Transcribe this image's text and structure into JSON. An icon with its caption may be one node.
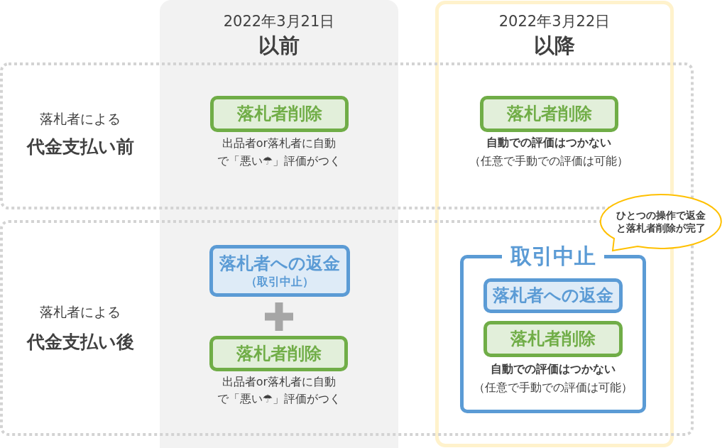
{
  "diagram": {
    "nodes": [
      {
        "text": [
          "2022年3月21日",
          "以前"
        ]
      },
      {
        "text": [
          "2022年3月22日",
          "以降"
        ]
      },
      {
        "text": [
          "落札者による",
          "代金支払い前"
        ]
      },
      {
        "text": [
          "落札者削除"
        ],
        "beside": [
          "出品者or落札者に自動で「悪い☂」評価がつく"
        ]
      },
      {
        "text": [
          "落札者削除"
        ],
        "beside": [
          "自動での評価はつかない",
          "（任意で手動での評価は可能）"
        ]
      },
      {
        "text": [
          "ひとつの操作で返金と落札者削除が完了"
        ]
      },
      {
        "text": [
          "落札者による",
          "代金支払い後"
        ]
      },
      {
        "text": [
          "落札者への返金",
          "（取引中止）"
        ]
      },
      {
        "text": [
          "落札者削除"
        ],
        "beside": [
          "出品者or落札者に自動で「悪い☂」評価がつく"
        ]
      },
      {
        "text": [
          "取引中止"
        ]
      },
      {
        "text": [
          "落札者への返金"
        ],
        "in": 9
      },
      {
        "text": [
          "落札者削除"
        ],
        "in": 9,
        "beside": [
          "自動での評価はつかない",
          "（任意で手動での評価は可能）"
        ]
      }
    ]
  }
}
